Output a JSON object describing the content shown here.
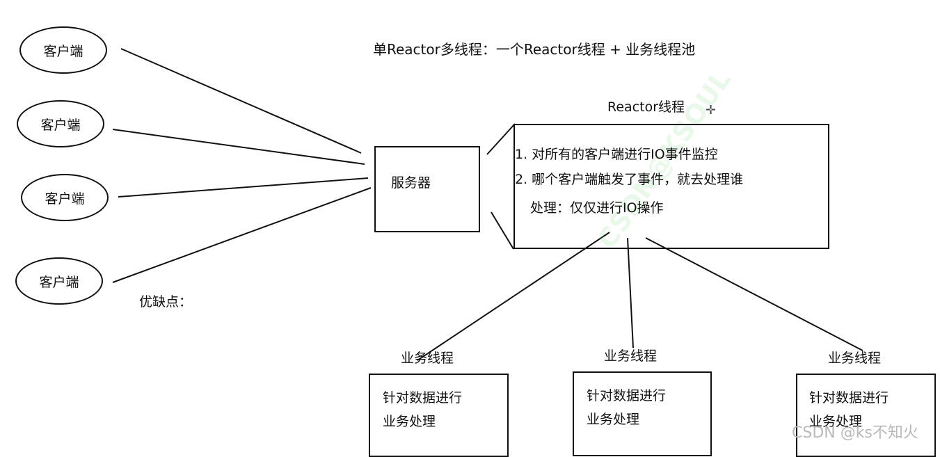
{
  "title": "单Reactor多线程：一个Reactor线程 + 业务线程池",
  "clients": [
    "客户端",
    "客户端",
    "客户端",
    "客户端"
  ],
  "server": {
    "label": "服务器"
  },
  "reactor": {
    "label": "Reactor线程",
    "lines": [
      "1. 对所有的客户端进行IO事件监控",
      "2. 哪个客户端触发了事件，就去处理谁",
      "处理：仅仅进行IO操作"
    ]
  },
  "pros_cons_label": "优缺点：",
  "workers": [
    {
      "label": "业务线程",
      "line1": "针对数据进行",
      "line2": "业务处理"
    },
    {
      "label": "业务线程",
      "line1": "针对数据进行",
      "line2": "业务处理"
    },
    {
      "label": "业务线程",
      "line1": "针对数据进行",
      "line2": "业务处理"
    }
  ],
  "watermark": "CSDN @ks不知火",
  "diagonal_watermark": "CSDN@KSOUL",
  "icons": {
    "crosshair": "crosshair-icon"
  },
  "colors": {
    "stroke": "#111111",
    "background": "#ffffff",
    "watermark": "#b9b9b9"
  }
}
